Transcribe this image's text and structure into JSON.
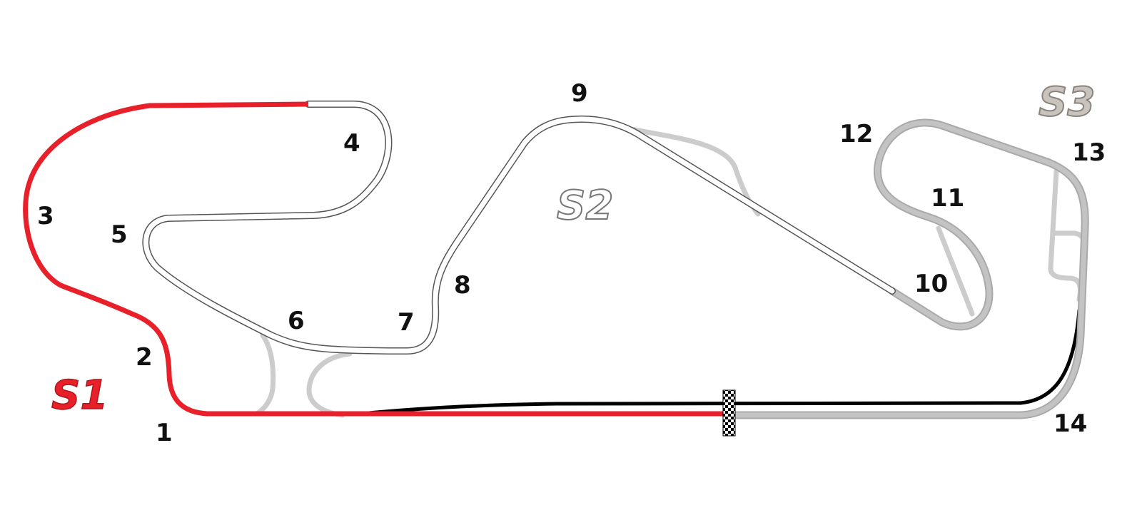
{
  "map": {
    "sectors": [
      {
        "label": "S1",
        "color": "#e8202a",
        "fill": "#e8202a",
        "stroke": "#b0151c"
      },
      {
        "label": "S2",
        "color": "#ffffff",
        "fill": "#ffffff",
        "stroke": "#777777"
      },
      {
        "label": "S3",
        "color": "#c3c3c3",
        "fill": "#c8c3bc",
        "stroke": "#8a847d"
      }
    ],
    "pit_lane_color": "#000000",
    "runoff_color": "#cccccc",
    "track_outline_color": "#555555",
    "turns": [
      "1",
      "2",
      "3",
      "4",
      "5",
      "6",
      "7",
      "8",
      "9",
      "10",
      "11",
      "12",
      "13",
      "14"
    ],
    "start_finish": "checkered-flag"
  }
}
